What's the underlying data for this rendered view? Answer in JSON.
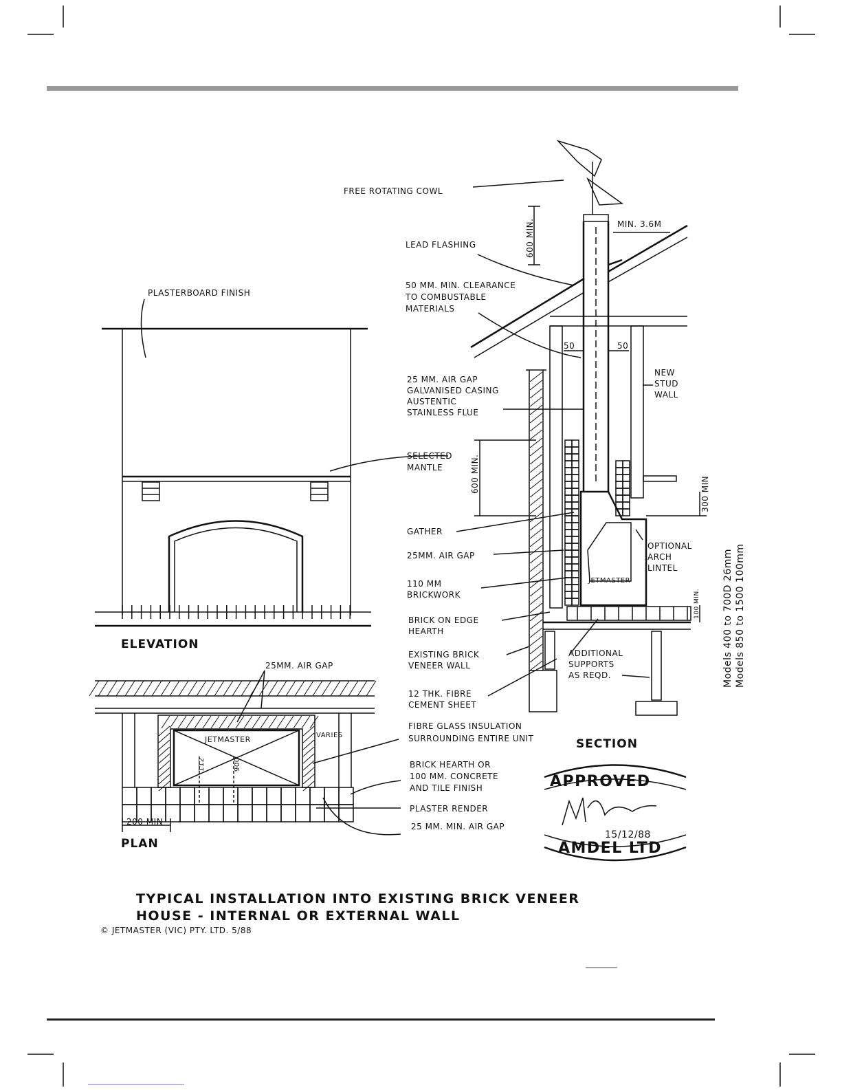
{
  "labels": {
    "cowl": "FREE ROTATING COWL",
    "min36": "MIN. 3.6M",
    "lead": "LEAD FLASHING",
    "min600a": "600 MIN.",
    "clear1": "50 MM. MIN. CLEARANCE",
    "clear2": "TO COMBUSTABLE",
    "clear3": "MATERIALS",
    "plaster": "PLASTERBOARD FINISH",
    "d50a": "50",
    "d50b": "50",
    "stud1": "NEW",
    "stud2": "STUD",
    "stud3": "WALL",
    "air1": "25 MM. AIR GAP",
    "air2": "GALVANISED CASING",
    "air3": "AUSTENTIC",
    "air4": "STAINLESS FLUE",
    "mantle1": "SELECTED",
    "mantle2": "MANTLE",
    "min600b": "600 MIN.",
    "min300": "300 MIN",
    "gather": "GATHER",
    "arch1": "OPTIONAL",
    "arch2": "ARCH",
    "arch3": "LINTEL",
    "airgap": "25MM. AIR GAP",
    "brick1": "110 MM",
    "brick2": "BRICKWORK",
    "jet": "JETMASTER",
    "min100": "100 MIN.",
    "hearth1": "BRICK ON EDGE",
    "hearth2": "HEARTH",
    "models1": "Models 400 to 700D 26mm",
    "models2": "Models 850 to 1500 100mm",
    "elevation": "ELEVATION",
    "planair": "25MM. AIR GAP",
    "exist1": "EXISTING BRICK",
    "exist2": "VENEER WALL",
    "supp1": "ADDITIONAL",
    "supp2": "SUPPORTS",
    "supp3": "AS REQD.",
    "fibre1": "12 THK. FIBRE",
    "fibre2": "CEMENT SHEET",
    "plan_jet": "JETMASTER",
    "varies": "VARIES",
    "d900": "900",
    "d112": "112",
    "ins1": "FIBRE GLASS INSULATION",
    "ins2": "SURROUNDING ENTIRE UNIT",
    "section": "SECTION",
    "bh1": "BRICK HEARTH OR",
    "bh2": "100 MM. CONCRETE",
    "bh3": "AND TILE FINISH",
    "render": "PLASTER RENDER",
    "airmin": "25 MM. MIN. AIR GAP",
    "min200": "200 MIN",
    "plan": "PLAN",
    "approved": "APPROVED",
    "amdel": "AMDEL LTD",
    "date": "15/12/88",
    "title1": "TYPICAL INSTALLATION INTO EXISTING BRICK VENEER",
    "title2": "HOUSE - INTERNAL OR EXTERNAL WALL",
    "copyright": "© JETMASTER (VIC) PTY. LTD. 5/88"
  }
}
